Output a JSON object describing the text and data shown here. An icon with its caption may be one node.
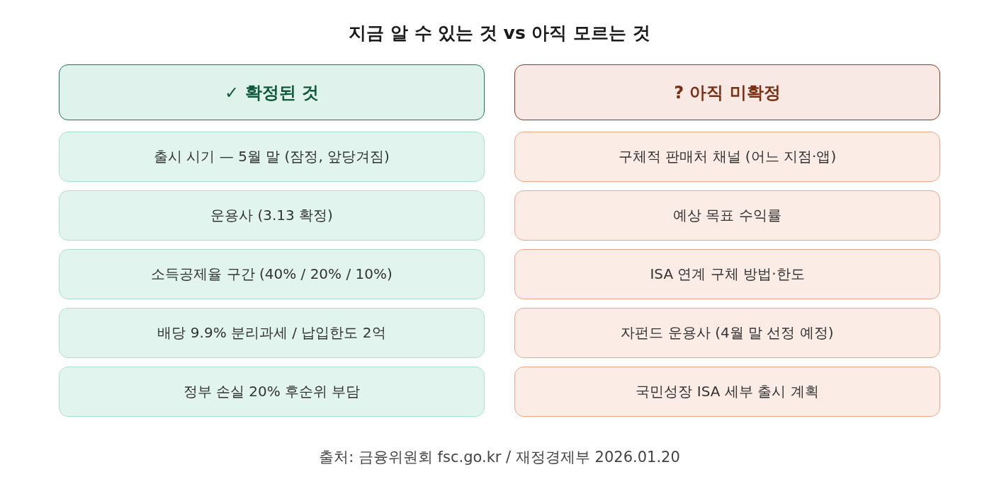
{
  "diagram": {
    "title": "지금 알 수 있는 것 vs 아직 모르는 것",
    "nodes": [
      {
        "text": [
          "✓ 확정된 것"
        ]
      },
      {
        "text": [
          "출시 시기 — 5월 말 (잠정, 앞당겨짐)"
        ]
      },
      {
        "text": [
          "운용사 (3.13 확정)"
        ]
      },
      {
        "text": [
          "소득공제율 구간 (40% / 20% / 10%)"
        ]
      },
      {
        "text": [
          "배당 9.9% 분리과세 / 납입한도 2억"
        ]
      },
      {
        "text": [
          "정부 손실 20% 후순위 부담"
        ]
      },
      {
        "text": [
          "? 아직 미확정"
        ]
      },
      {
        "text": [
          "구체적 판매처 채널 (어느 지점·앱)"
        ]
      },
      {
        "text": [
          "예상 목표 수익률"
        ]
      },
      {
        "text": [
          "ISA 연계 구체 방법·한도"
        ]
      },
      {
        "text": [
          "자펀드 운용사 (4월 말 선정 예정)"
        ]
      },
      {
        "text": [
          "국민성장 ISA 세부 출시 계획"
        ]
      }
    ],
    "caption": "출처: 금융위원회 fsc.go.kr / 재정경제부 2026.01.20"
  }
}
